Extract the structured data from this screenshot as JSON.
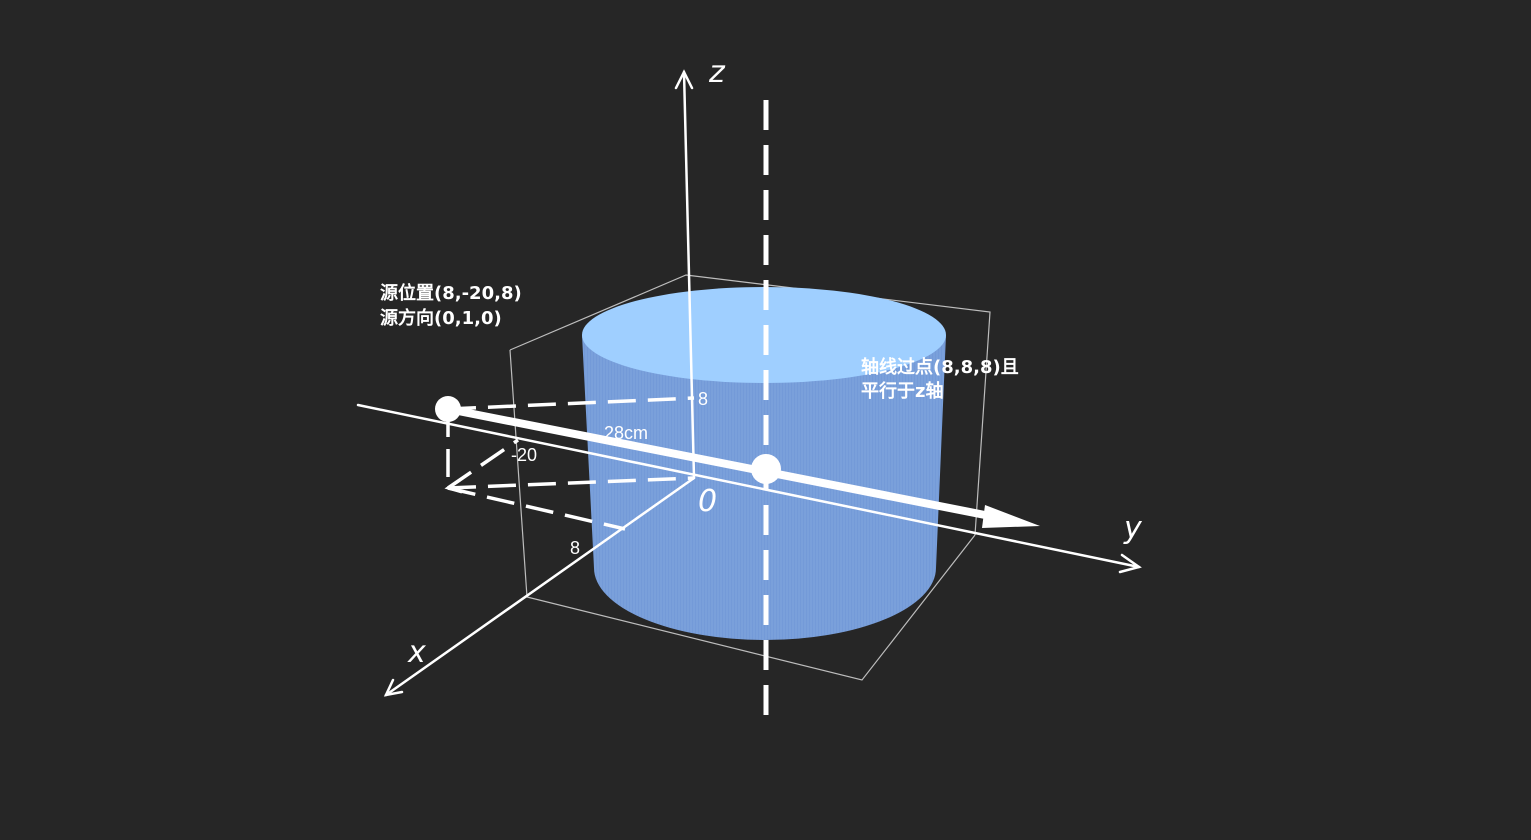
{
  "axes": {
    "x_label": "x",
    "y_label": "y",
    "z_label": "z",
    "origin_label": "0"
  },
  "ticks": {
    "z_tick": "8",
    "y_tick": "-20",
    "x_tick": "8"
  },
  "dimension": {
    "length_label": "28cm"
  },
  "source": {
    "position_label": "源位置(8,-20,8)",
    "direction_label": "源方向(0,1,0)"
  },
  "axis_note": {
    "line1": "轴线过点(8,8,8)且",
    "line2": "平行于z轴"
  },
  "colors": {
    "background": "#262626",
    "cylinder_top": "#9fcfff",
    "cylinder_side": "#7aa0db",
    "line": "#ffffff",
    "box_edge": "#bdbdbd"
  }
}
